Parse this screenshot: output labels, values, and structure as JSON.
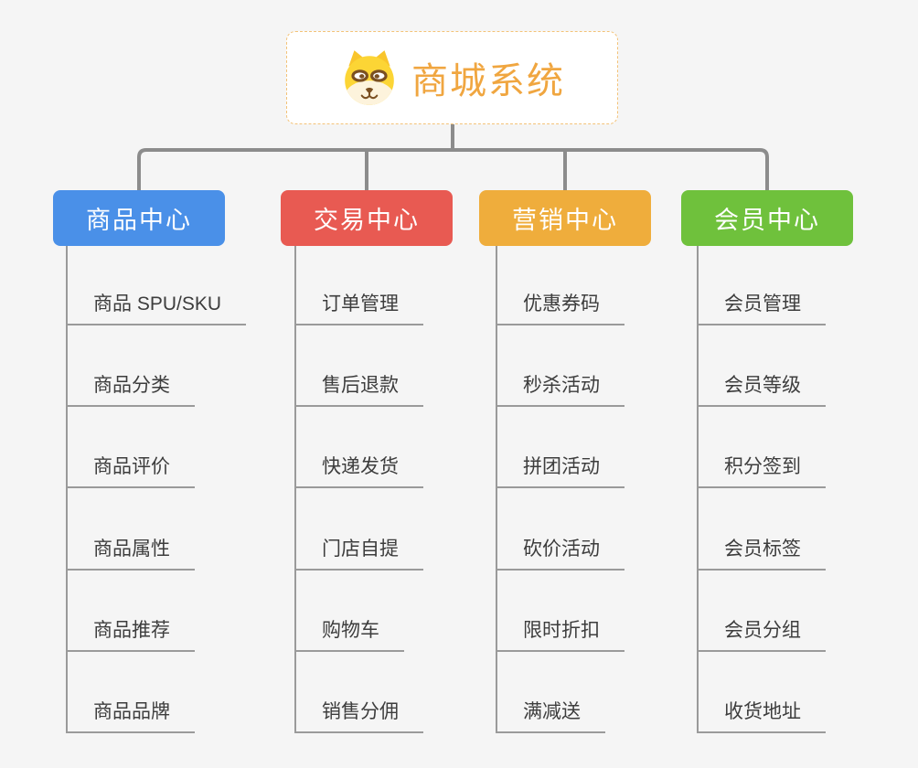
{
  "root": {
    "title": "商城系统",
    "icon": "dog-icon"
  },
  "branches": [
    {
      "label": "商品中心",
      "color": "#4a90e8",
      "items": [
        "商品 SPU/SKU",
        "商品分类",
        "商品评价",
        "商品属性",
        "商品推荐",
        "商品品牌"
      ]
    },
    {
      "label": "交易中心",
      "color": "#e85a52",
      "items": [
        "订单管理",
        "售后退款",
        "快递发货",
        "门店自提",
        "购物车",
        "销售分佣"
      ]
    },
    {
      "label": "营销中心",
      "color": "#efad3c",
      "items": [
        "优惠券码",
        "秒杀活动",
        "拼团活动",
        "砍价活动",
        "限时折扣",
        "满减送"
      ]
    },
    {
      "label": "会员中心",
      "color": "#6fc13c",
      "items": [
        "会员管理",
        "会员等级",
        "积分签到",
        "会员标签",
        "会员分组",
        "收货地址"
      ]
    }
  ],
  "colors": {
    "background": "#f5f5f5",
    "root_text": "#f0a640",
    "root_border": "#f3c278",
    "connector": "#8c8c8c",
    "sub_line": "#9a9a9a",
    "sub_text": "#3d3d3d"
  }
}
